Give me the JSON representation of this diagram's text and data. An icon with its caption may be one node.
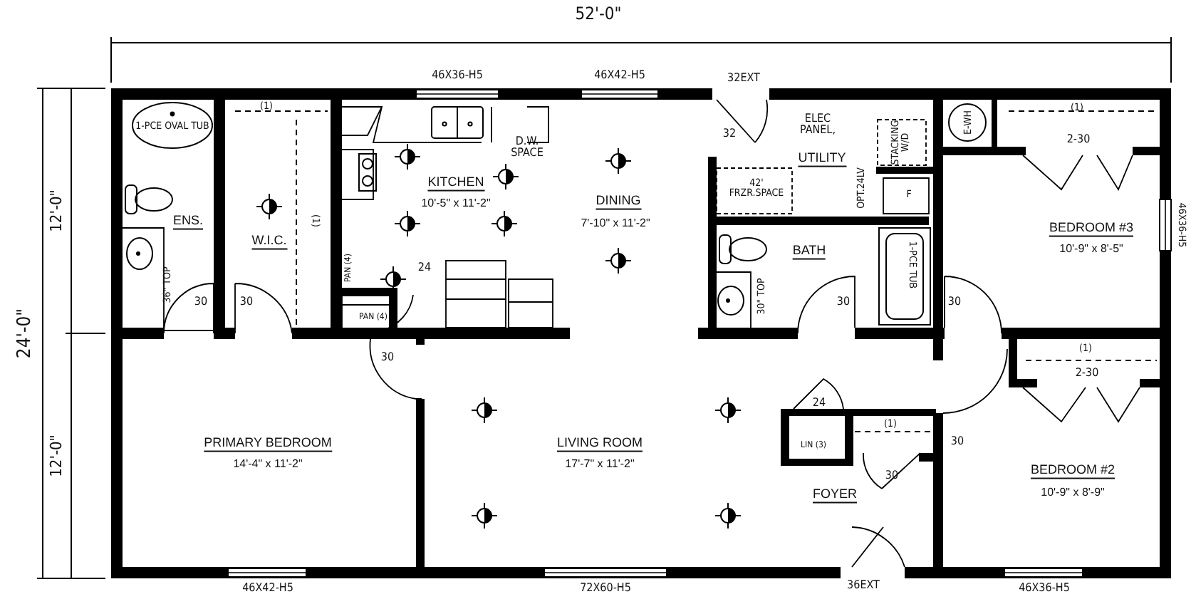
{
  "diagram": {
    "labels": [
      "52'-0\"",
      "46X36-H5",
      "46X42-H5",
      "32EXT",
      "(1)",
      "1-PCE OVAL TUB",
      "ELEC PANEL,",
      "STACKING W/D",
      "E-WH",
      "(1)",
      "32",
      "D.W. SPACE",
      "UTILITY",
      "2-30",
      "KITCHEN",
      "10'-5\" x 11'-2\"",
      "DINING",
      "7'-10\" x 11'-2\"",
      "42' FRZR.SPACE",
      "OPT.24LV",
      "F",
      "12'-0\"",
      "ENS.",
      "W.I.C.",
      "(1)",
      "BEDROOM #3",
      "10'-9\" x 8'-5\"",
      "46X36-H5",
      "24'-0\"",
      "BATH",
      "1-PCE TUB",
      "PAN (4)",
      "24",
      "36\" TOP",
      "30",
      "30",
      "30\" TOP",
      "30",
      "30",
      "PAN (4)",
      "30",
      "12'-0\"",
      "(1)",
      "2-30",
      "24",
      "(1)",
      "LIN (3)",
      "30",
      "30",
      "PRIMARY BEDROOM",
      "14'-4\" x 11'-2\"",
      "LIVING ROOM",
      "17'-7\" x 11'-2\"",
      "FOYER",
      "BEDROOM #2",
      "10'-9\" x 8'-9\"",
      "46X42-H5",
      "72X60-H5",
      "36EXT",
      "46X36-H5"
    ]
  }
}
